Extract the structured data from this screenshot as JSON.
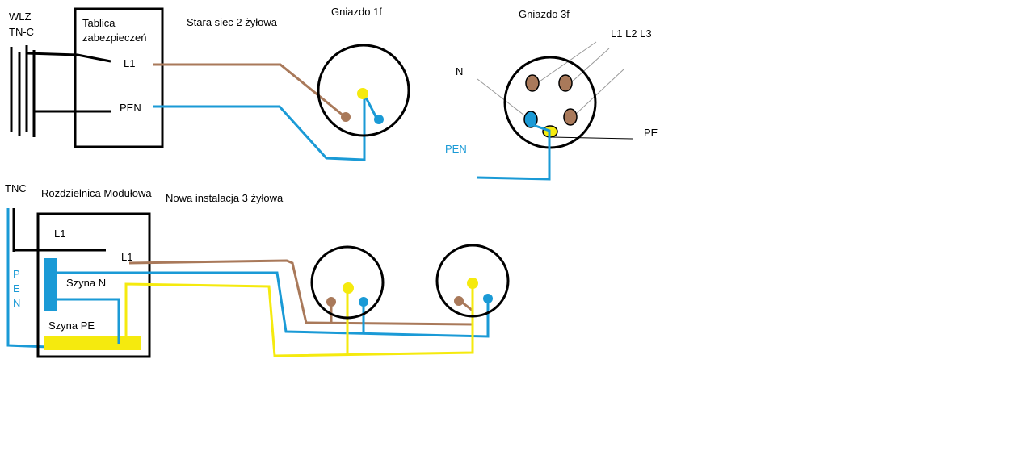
{
  "colors": {
    "line": "#000000",
    "brown": "#a9795a",
    "blue": "#1a9ad6",
    "yellow": "#f5ea0e",
    "thin": "#999999"
  },
  "old_install": {
    "source_label_1": "WLZ",
    "source_label_2": "TN-C",
    "board_title_1": "Tablica",
    "board_title_2": "zabezpieczeń",
    "l1_label": "L1",
    "pen_label": "PEN",
    "wiring_title": "Stara siec 2 żyłowa",
    "socket_title": "Gniazdo 1f"
  },
  "socket_3f": {
    "title": "Gniazdo 3f",
    "phases_label": "L1 L2 L3",
    "n_label": "N",
    "pe_label": "PE",
    "pen_label": "PEN"
  },
  "new_install": {
    "source_label": "TNC",
    "pen_vertical": [
      "P",
      "E",
      "N"
    ],
    "board_title": "Rozdzielnica Modułowa",
    "wiring_title": "Nowa instalacja 3 żyłowa",
    "l1_in_label": "L1",
    "l1_out_label": "L1",
    "n_bus_label": "Szyna N",
    "pe_bus_label": "Szyna PE"
  }
}
